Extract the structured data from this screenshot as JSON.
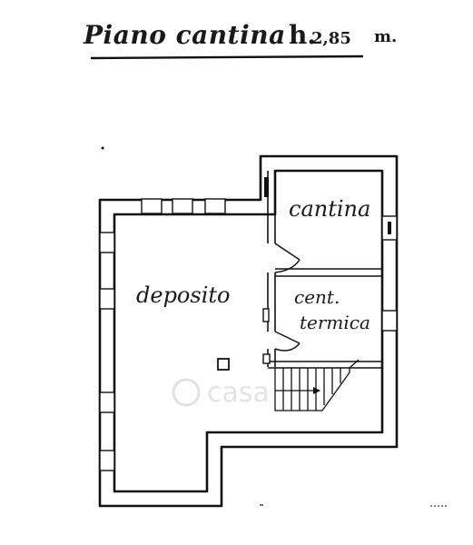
{
  "title": {
    "main": "Piano cantina",
    "height_prefix": "h.",
    "height_value": "2,85",
    "unit": "m."
  },
  "rooms": {
    "deposito": "deposito",
    "cantina": "cantina",
    "centrale_line1": "cent.",
    "centrale_line2": "termica"
  },
  "watermark": "casa",
  "colors": {
    "ink": "#111111",
    "paper": "#ffffff"
  }
}
